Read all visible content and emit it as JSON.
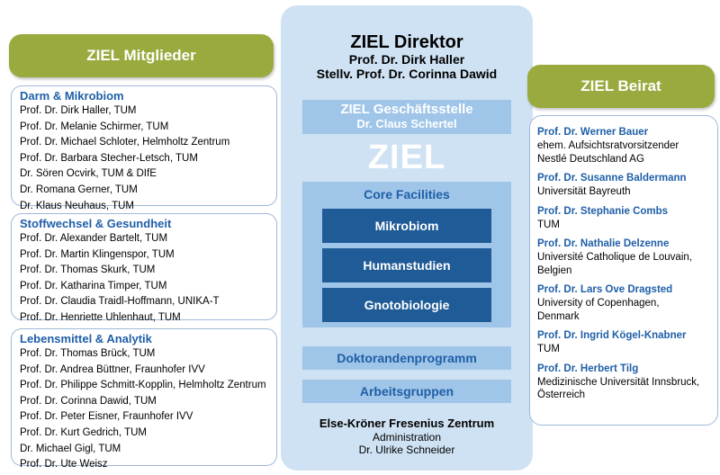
{
  "director": {
    "title": "ZIEL Direktor",
    "name": "Prof. Dr. Dirk Haller",
    "deputy": "Stellv. Prof. Dr. Corinna Dawid"
  },
  "office": {
    "title": "ZIEL Geschäftsstelle",
    "name": "Dr. Claus Schertel"
  },
  "logo": "ZIEL",
  "core_facilities": {
    "title": "Core Facilities",
    "items": [
      "Mikrobiom",
      "Humanstudien",
      "Gnotobiologie"
    ]
  },
  "programs": [
    "Doktorandenprogramm",
    "Arbeitsgruppen"
  ],
  "efz": {
    "name": "Else-Kröner Fresenius Zentrum",
    "line1": "Administration",
    "line2": "Dr. Ulrike Schneider"
  },
  "members": {
    "label": "ZIEL Mitglieder",
    "groups": [
      {
        "title": "Darm & Mikrobiom",
        "people": [
          "Prof. Dr. Dirk Haller, TUM",
          "Prof. Dr. Melanie Schirmer, TUM",
          "Prof. Dr. Michael Schloter, Helmholtz Zentrum",
          "Prof. Dr. Barbara Stecher-Letsch, TUM",
          "Dr. Sören Ocvirk, TUM & DIfE",
          "Dr. Romana Gerner, TUM",
          "Dr. Klaus Neuhaus, TUM"
        ]
      },
      {
        "title": "Stoffwechsel & Gesundheit",
        "people": [
          "Prof. Dr. Alexander Bartelt, TUM",
          "Prof. Dr. Martin Klingenspor, TUM",
          "Prof. Dr. Thomas Skurk, TUM",
          "Prof. Dr. Katharina Timper, TUM",
          "Prof. Dr. Claudia Traidl-Hoffmann, UNIKA-T",
          "Prof. Dr. Henriette Uhlenhaut, TUM"
        ]
      },
      {
        "title": "Lebensmittel & Analytik",
        "people": [
          "Prof. Dr. Thomas Brück, TUM",
          "Prof. Dr. Andrea Büttner, Fraunhofer IVV",
          "Prof. Dr. Philippe Schmitt-Kopplin, Helmholtz Zentrum",
          "Prof. Dr. Corinna Dawid, TUM",
          "Prof. Dr. Peter Eisner, Fraunhofer IVV",
          "Prof. Dr. Kurt Gedrich, TUM",
          "Dr. Michael Gigl, TUM",
          "Prof. Dr. Ute Weisz"
        ]
      }
    ]
  },
  "beirat": {
    "label": "ZIEL Beirat",
    "entries": [
      {
        "name": "Prof. Dr. Werner Bauer",
        "lines": [
          "ehem. Aufsichtsratvorsitzender",
          "Nestlé Deutschland AG"
        ]
      },
      {
        "name": "Prof. Dr. Susanne Baldermann",
        "lines": [
          "Universität Bayreuth"
        ]
      },
      {
        "name": "Prof. Dr. Stephanie Combs",
        "lines": [
          "TUM"
        ]
      },
      {
        "name": "Prof. Dr. Nathalie Delzenne",
        "lines": [
          "Université Catholique de Louvain,",
          "Belgien"
        ]
      },
      {
        "name": "Prof. Dr. Lars Ove Dragsted",
        "lines": [
          "University of Copenhagen,",
          "Denmark"
        ]
      },
      {
        "name": "Prof. Dr. Ingrid Kögel-Knabner",
        "lines": [
          "TUM"
        ]
      },
      {
        "name": "Prof. Dr. Herbert Tilg",
        "lines": [
          "Medizinische Universität Innsbruck,",
          "Österreich"
        ]
      }
    ]
  },
  "colors": {
    "panel": "#cfe2f3",
    "light_box": "#9fc5e8",
    "dark_box": "#1f5b96",
    "heading_blue": "#1f5fa8",
    "olive": "#9aaa3e"
  }
}
